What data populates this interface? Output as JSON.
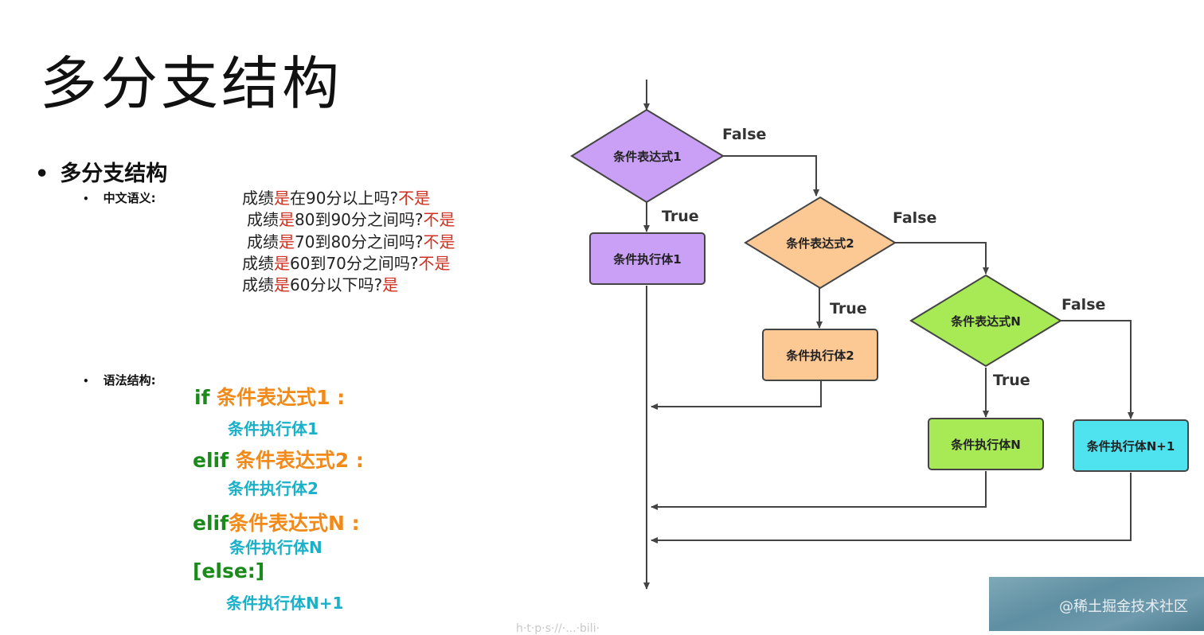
{
  "title": "多分支结构",
  "bullet_main": "多分支结构",
  "meaning": {
    "label": "中文语义:",
    "lines": [
      [
        "成绩",
        "是",
        "在90分以上吗?",
        "不是"
      ],
      [
        "成绩",
        "是",
        "80到90分之间吗?",
        "不是"
      ],
      [
        "成绩",
        "是",
        "70到80分之间吗?",
        "不是"
      ],
      [
        "成绩",
        "是",
        "60到70分之间吗?",
        "不是"
      ],
      [
        "成绩",
        "是",
        "60分以下吗?",
        "是"
      ]
    ]
  },
  "syntax": {
    "label": "语法结构:",
    "lines": [
      {
        "kw": "if",
        "cond": "条件表达式1",
        "colon": ":"
      },
      {
        "body": "条件执行体1"
      },
      {
        "kw": "elif",
        "cond": "条件表达式2",
        "colon": ":"
      },
      {
        "body": "条件执行体2"
      },
      {
        "kw": "elif",
        "cond": "条件表达式N",
        "colon": ":"
      },
      {
        "body": "条件执行体N"
      },
      {
        "kw": "[else:]"
      },
      {
        "body": "条件执行体N+1"
      }
    ]
  },
  "flowchart": {
    "conditions": [
      "条件表达式1",
      "条件表达式2",
      "条件表达式N"
    ],
    "bodies": [
      "条件执行体1",
      "条件执行体2",
      "条件执行体N",
      "条件执行体N+1"
    ],
    "true_label": "True",
    "false_label": "False",
    "colors": {
      "cond1": "#c9a0f5",
      "body1": "#c9a0f5",
      "cond2": "#fcc995",
      "body2": "#fcc995",
      "condN": "#a8ea55",
      "bodyN": "#a8ea55",
      "bodyN1": "#4fe3f0",
      "line": "#444444"
    }
  },
  "watermark": "@稀土掘金技术社区",
  "faint_text": "h·t·p·s·//·...·bili·"
}
